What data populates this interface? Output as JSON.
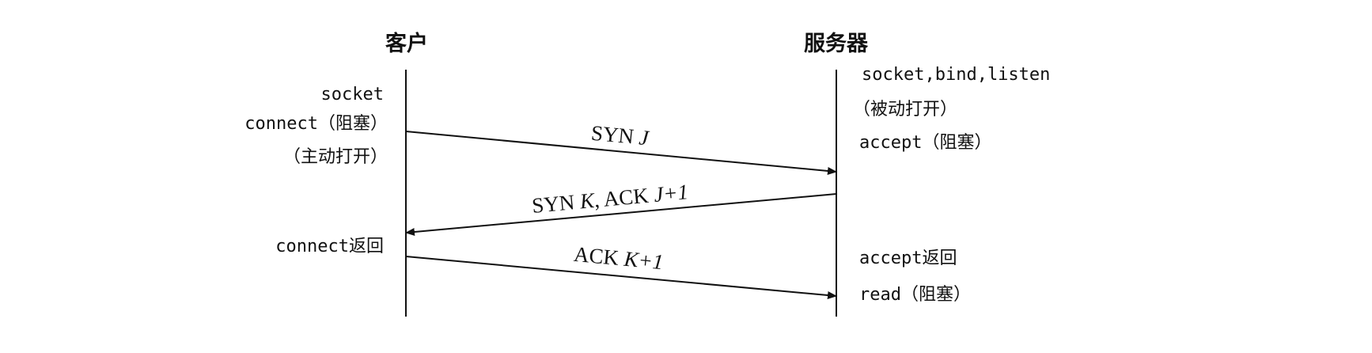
{
  "client": {
    "title": "客户",
    "notes": [
      "socket",
      "connect（阻塞）",
      "（主动打开）",
      "connect返回"
    ]
  },
  "server": {
    "title": "服务器",
    "notes": [
      "socket,bind,listen",
      "（被动打开）",
      "accept（阻塞）",
      "accept返回",
      "read（阻塞）"
    ]
  },
  "messages": [
    {
      "plain": "SYN ",
      "italic": "J",
      "direction": "client-to-server"
    },
    {
      "plain": "SYN ",
      "italic": "K",
      "plain2": ", ACK ",
      "italic2": "J+1",
      "direction": "server-to-client"
    },
    {
      "plain": "ACK ",
      "italic": "K+1",
      "direction": "client-to-server"
    }
  ],
  "colors": {
    "ink": "#111111",
    "background": "#ffffff"
  }
}
